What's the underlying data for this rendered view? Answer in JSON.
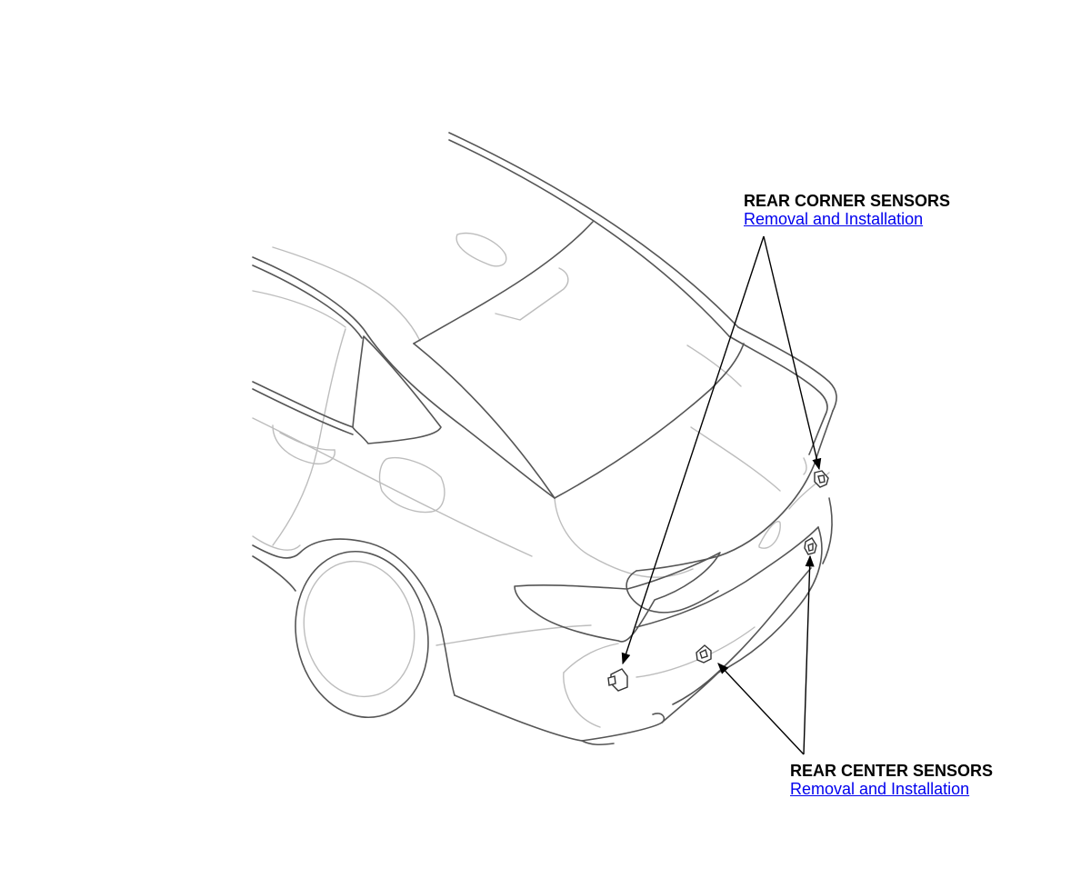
{
  "callouts": {
    "rear_corner": {
      "title": "REAR CORNER SENSORS",
      "link": "Removal and Installation"
    },
    "rear_center": {
      "title": "REAR CENTER SENSORS",
      "link": "Removal and Installation"
    }
  },
  "colors": {
    "outline_dark": "#555555",
    "outline_light": "#bbbbbb",
    "leader": "#000000",
    "link": "#0000ee"
  }
}
